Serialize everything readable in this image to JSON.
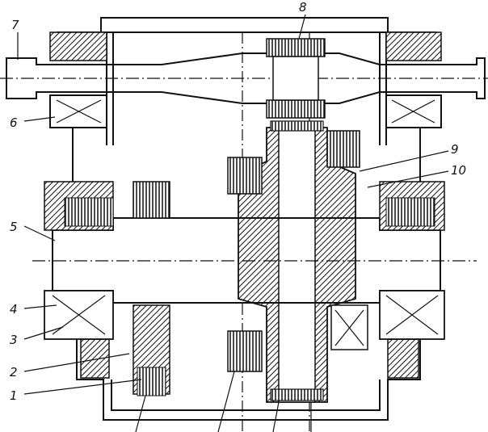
{
  "callouts": [
    {
      "id": "c1",
      "text": "1"
    },
    {
      "id": "c2",
      "text": "2"
    },
    {
      "id": "c3",
      "text": "3"
    },
    {
      "id": "c4",
      "text": "4"
    },
    {
      "id": "c5",
      "text": "5"
    },
    {
      "id": "c6",
      "text": "6"
    },
    {
      "id": "c7",
      "text": "7"
    },
    {
      "id": "c8",
      "text": "8"
    },
    {
      "id": "c9",
      "text": "9"
    },
    {
      "id": "c10",
      "text": "10"
    }
  ],
  "colors": {
    "ink": "#111111",
    "paper": "#ffffff",
    "hatch": "#222222"
  }
}
